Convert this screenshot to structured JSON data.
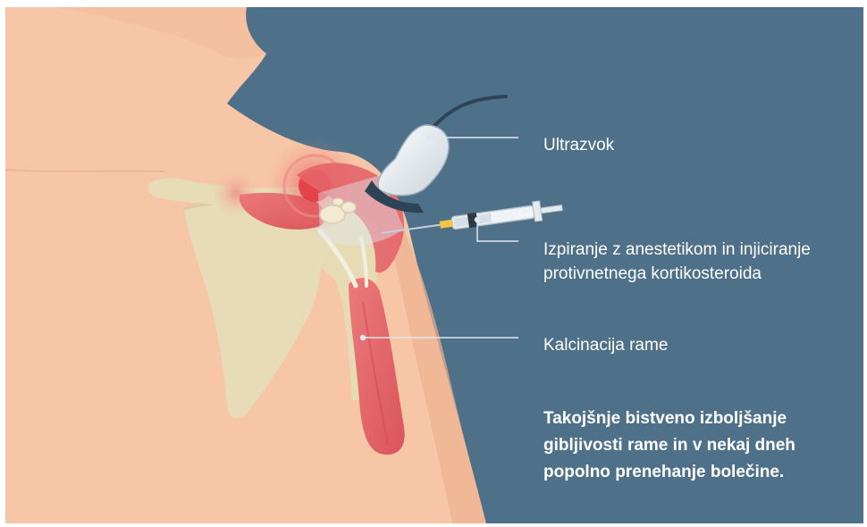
{
  "colors": {
    "background": "#4e7189",
    "skin": "#f6c6a6",
    "skin_shadow": "#eeb292",
    "bone": "#e6ddb7",
    "muscle": "#e4646a",
    "inflammation": "#e23a44",
    "leader_line": "#dfe7ee",
    "text": "#ffffff"
  },
  "labels": {
    "ultrasound": "Ultrazvok",
    "injection": [
      "Izpiranje z anestetikom in injiciranje",
      "protivnetnega kortikosteroida"
    ],
    "calcification": "Kalcinacija rame"
  },
  "summary": [
    "Takojšnje bistveno izboljšanje",
    "gibljivosti rame in v nekaj dneh",
    "popolno prenehanje bolečine."
  ],
  "icons": {
    "probe": "ultrasound-probe-icon",
    "syringe": "syringe-icon"
  }
}
